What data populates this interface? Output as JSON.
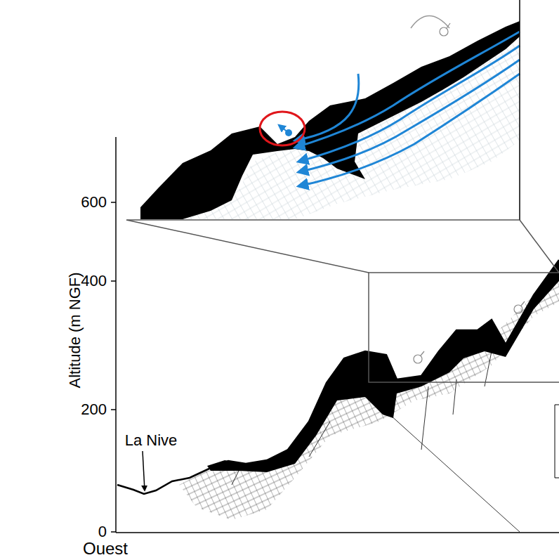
{
  "diagram": {
    "labels": [
      "600",
      "400",
      "200",
      "0",
      "Altitude (m NGF)",
      "La Nive",
      "Ouest"
    ]
  }
}
